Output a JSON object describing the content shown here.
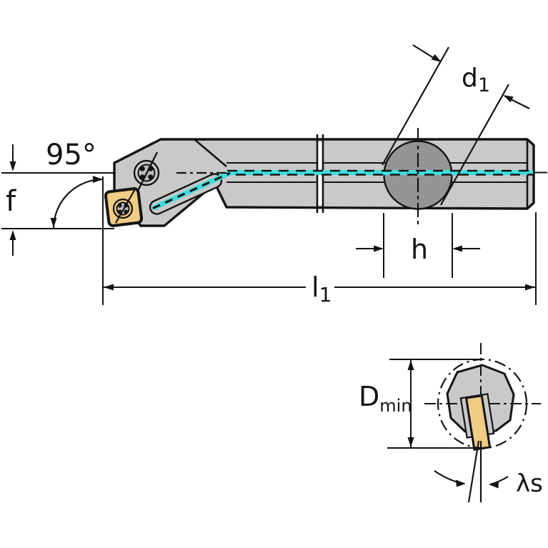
{
  "colors": {
    "body_gray": "#c9c9c9",
    "section_gray": "#959595",
    "screw_gray": "#bdbdbd",
    "insert_yellow": "#f0cc84",
    "coolant_cyan": "#3edede",
    "ink": "#141414",
    "background": "#ffffff"
  },
  "main_view": {
    "labels": {
      "lead_angle": "95°",
      "offset_f": "f",
      "diameter_base": "d",
      "diameter_sub": "1",
      "head_width": "h",
      "length_base": "l",
      "length_sub": "1"
    }
  },
  "end_view": {
    "labels": {
      "min_bore_base": "D",
      "min_bore_sub": "min",
      "inclination_angle": "λs"
    }
  }
}
